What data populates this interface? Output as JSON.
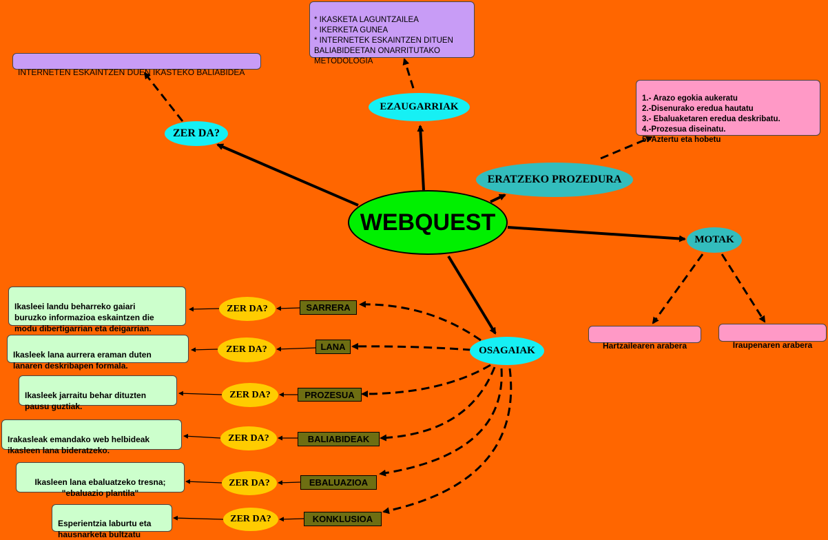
{
  "center": "WEBQUEST",
  "top_left": {
    "question": "ZER DA?",
    "answer": "INTERNETEN ESKAINTZEN DUEN IKASTEKO BALIABIDEA"
  },
  "ezaugarriak": {
    "label": "EZAUGARRIAK",
    "items": "* IKASKETA LAGUNTZAILEA\n* IKERKETA GUNEA\n* INTERNETEK ESKAINTZEN DITUEN\n   BALIABIDEETAN ONARRITUTAKO\n       METODOLOGIA"
  },
  "prozedura": {
    "label": "ERATZEKO PROZEDURA",
    "steps": "1.- Arazo egokia aukeratu\n2.-Disenurako eredua hautatu\n3.- Ebaluaketaren eredua deskribatu.\n4.-Prozesua diseinatu.\n5.-Aztertu eta hobetu"
  },
  "motak": {
    "label": "MOTAK",
    "types": [
      "Hartzailearen arabera",
      "Iraupenaren arabera"
    ]
  },
  "osagaiak": {
    "label": "OSAGAIAK",
    "components": [
      {
        "name": "SARRERA",
        "question": "ZER DA?",
        "definition": "Ikasleei landu beharreko gaiari\nburuzko informazioa eskaintzen die\nmodu dibertigarrian eta deigarrian."
      },
      {
        "name": "LANA",
        "question": "ZER DA?",
        "definition": "Ikasleek lana aurrera eraman duten\nlanaren deskribapen formala."
      },
      {
        "name": "PROZESUA",
        "question": "ZER DA?",
        "definition": "Ikasleek jarraitu behar dituzten\npausu guztiak."
      },
      {
        "name": "BALIABIDEAK",
        "question": "ZER DA?",
        "definition": "Irakasleak emandako web helbideak\nikasleen lana bideratzeko."
      },
      {
        "name": "EBALUAZIOA",
        "question": "ZER DA?",
        "definition": "Ikasleen lana ebaluatzeko tresna;\n\"ebaluazio plantila\""
      },
      {
        "name": "KONKLUSIOA",
        "question": "ZER DA?",
        "definition": "Esperientzia laburtu eta\nhausnarketa bultzatu"
      }
    ]
  }
}
